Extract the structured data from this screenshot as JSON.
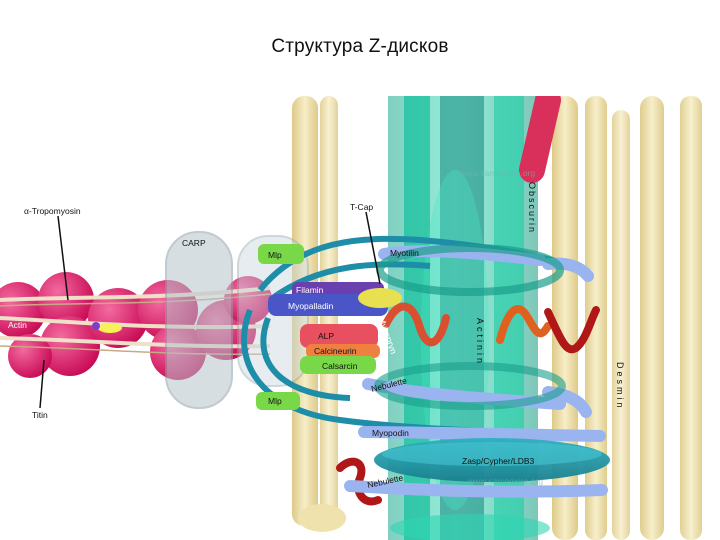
{
  "slide": {
    "title": "Структура Z-дисков"
  },
  "labels": {
    "alpha_tropomyosin": "α-Tropomyosin",
    "actin": "Actin",
    "titin": "Titin",
    "carp": "CARP",
    "mlp_top": "Mlp",
    "mlp_bottom": "Mlp",
    "tcap": "T-Cap",
    "filamin": "Filamin",
    "myopalladin": "Myopalladin",
    "alp": "ALP",
    "calcineurin": "Calcineurin",
    "calsarcin": "Calsarcin",
    "myotilin": "Myotilin",
    "nebulette_mid": "Nebulette",
    "myopodin_lower": "Myopodin",
    "nebulette_low": "Nebulette",
    "zasp": "Zasp/Cypher/LDB3",
    "obscurin": "Obscurin",
    "actinin": "Actinin",
    "desmin": "Desmin",
    "myospryn": "Myospryn",
    "watermark": "www.sarcomere.org"
  },
  "colors": {
    "actin": "#e0186a",
    "desmin": "#f0e2a8",
    "actinin": "#2fd6b2",
    "filament_blue": "#1e8da8",
    "nebulette": "#9ab4f0",
    "zasp": "#2a9aa8",
    "obscurin": "#d8305a",
    "myospryn": "#b01818",
    "mlp": "#78d848",
    "carp": "#b8c4cc"
  }
}
